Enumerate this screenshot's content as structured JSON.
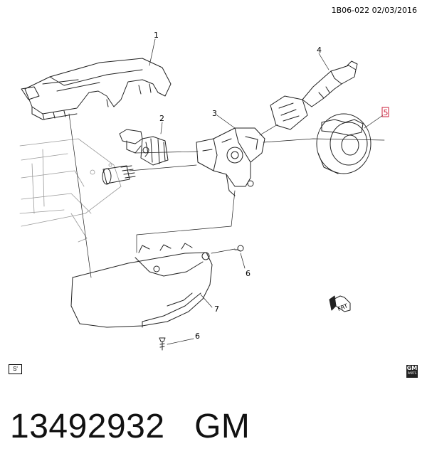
{
  "header": {
    "reference": "1B06-022  02/03/2016"
  },
  "callouts": [
    {
      "label": "1",
      "highlighted": false
    },
    {
      "label": "2",
      "highlighted": false
    },
    {
      "label": "3",
      "highlighted": false
    },
    {
      "label": "4",
      "highlighted": false
    },
    {
      "label": "5",
      "highlighted": true
    },
    {
      "label": "6",
      "highlighted": false
    },
    {
      "label": "7",
      "highlighted": false
    },
    {
      "label": "6",
      "highlighted": false
    }
  ],
  "frt_label": "FRT",
  "footer": {
    "part_number": "13492932",
    "brand": "GM"
  },
  "colors": {
    "line": "#222222",
    "highlight": "#cc1f3a"
  },
  "icons": {
    "corner": "glossary-symbol-icon",
    "logo": "gm-logo-icon",
    "front": "front-arrow-icon"
  }
}
